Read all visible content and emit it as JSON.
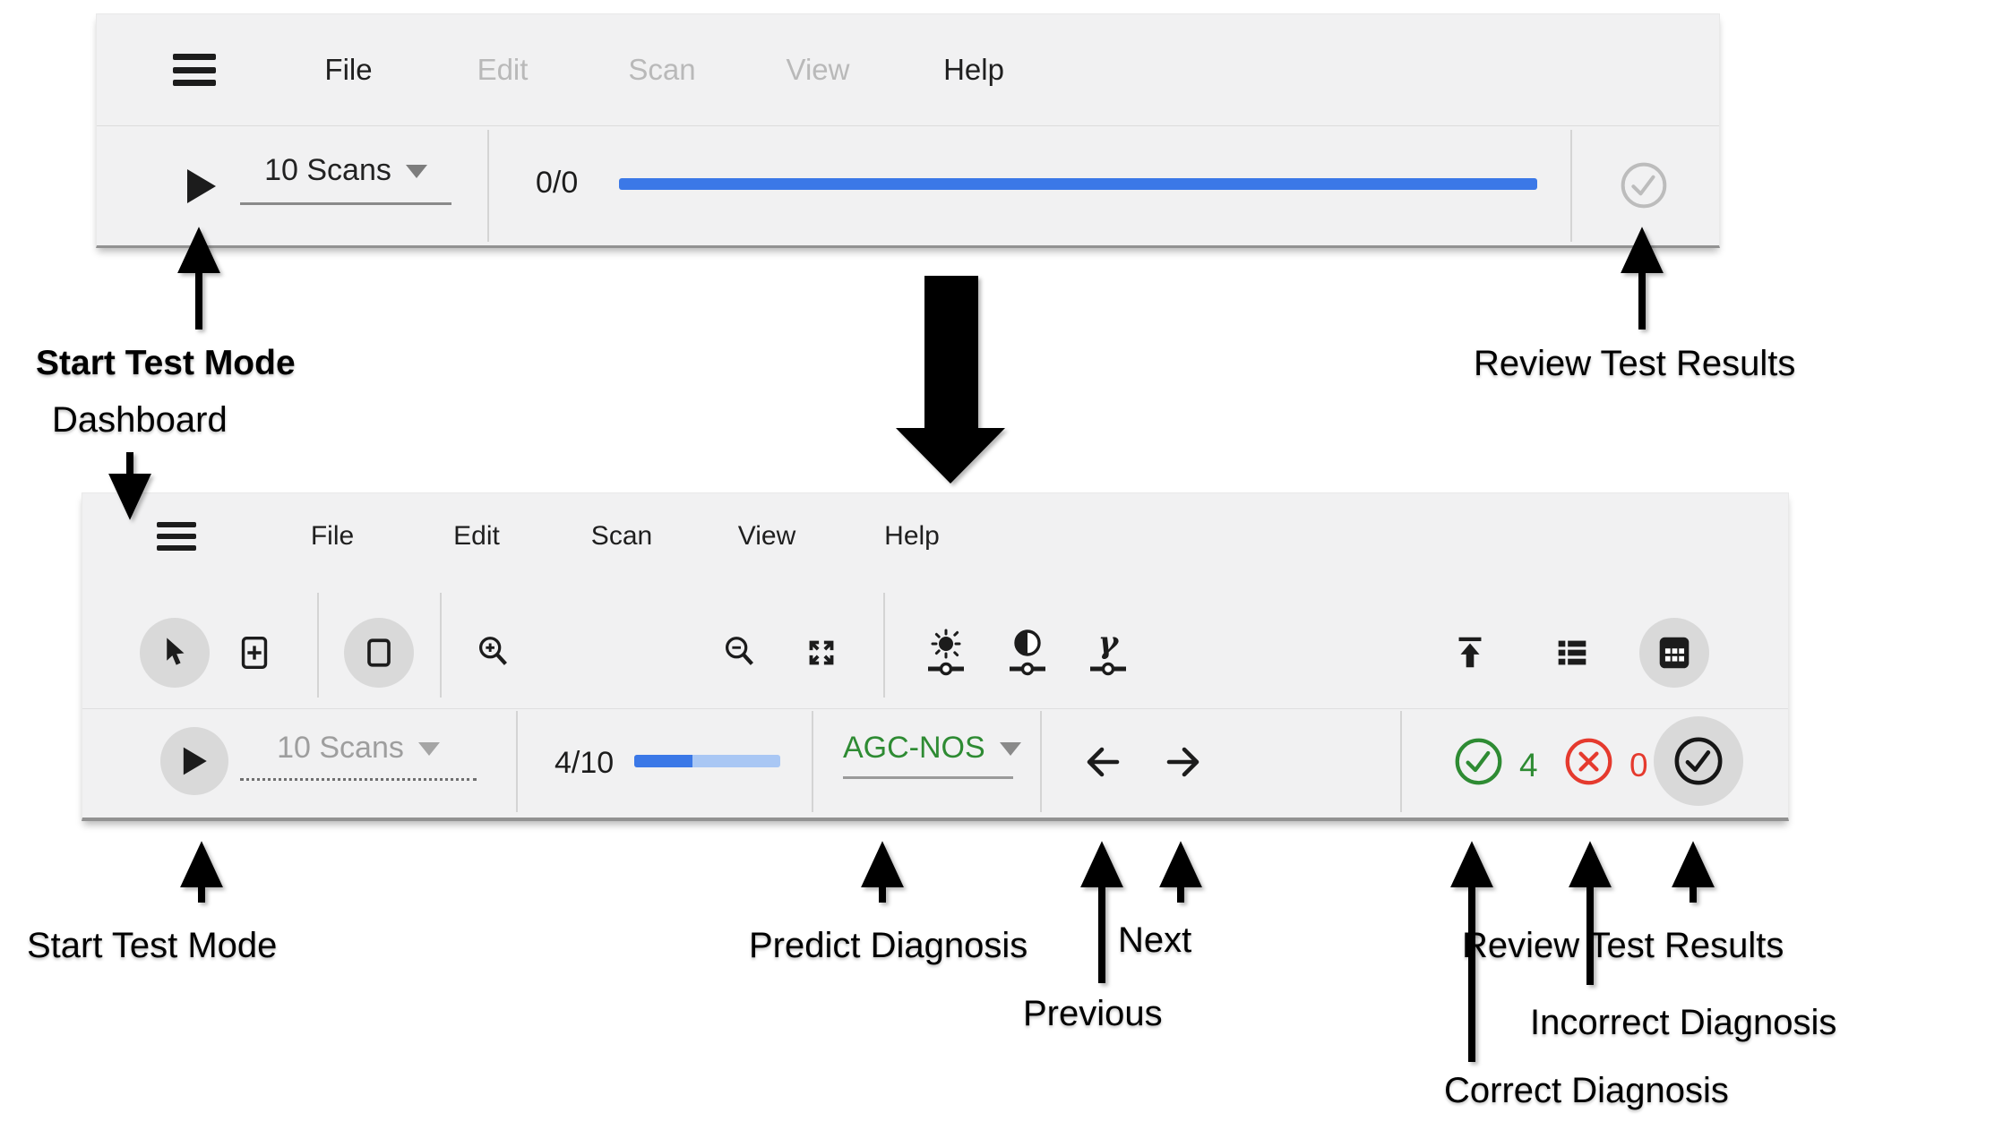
{
  "colors": {
    "accent_blue": "#3b78e7",
    "light_blue": "#a9c7f4",
    "success_green": "#2e8b33",
    "error_red": "#e53a2e",
    "toolbar_bg": "#f1f1f2"
  },
  "top": {
    "menu": {
      "items": [
        {
          "label": "File",
          "enabled": true
        },
        {
          "label": "Edit",
          "enabled": false
        },
        {
          "label": "Scan",
          "enabled": false
        },
        {
          "label": "View",
          "enabled": false
        },
        {
          "label": "Help",
          "enabled": true
        }
      ]
    },
    "toolbar": {
      "play_icon": "play-icon",
      "scan_count": "10 Scans",
      "progress": "0/0",
      "progress_fraction": 1,
      "review_icon": "check-circle-icon",
      "review_enabled": false
    }
  },
  "bottom": {
    "menu": {
      "items": [
        {
          "label": "File",
          "enabled": true
        },
        {
          "label": "Edit",
          "enabled": true
        },
        {
          "label": "Scan",
          "enabled": true
        },
        {
          "label": "View",
          "enabled": true
        },
        {
          "label": "Help",
          "enabled": true
        }
      ]
    },
    "tools": [
      "pointer",
      "add-scan",
      "rectangle-tool",
      "zoom-in",
      "zoom-out",
      "fit-view",
      "brightness",
      "contrast",
      "gamma",
      "export-top",
      "list-view",
      "grid-view"
    ],
    "status": {
      "scan_count": "10 Scans",
      "progress": "4/10",
      "progress_fraction": 0.4,
      "diagnosis": "AGC-NOS",
      "correct_count": "4",
      "incorrect_count": "0"
    }
  },
  "annotations": {
    "top": {
      "start_test_mode": "Start Test Mode",
      "dashboard": "Dashboard",
      "review_test_results": "Review Test Results"
    },
    "bottom": {
      "start_test_mode": "Start Test Mode",
      "predict_diagnosis": "Predict Diagnosis",
      "previous": "Previous",
      "next": "Next",
      "review_test_results": "Review Test Results",
      "correct_diagnosis": "Correct Diagnosis",
      "incorrect_diagnosis": "Incorrect Diagnosis"
    }
  }
}
